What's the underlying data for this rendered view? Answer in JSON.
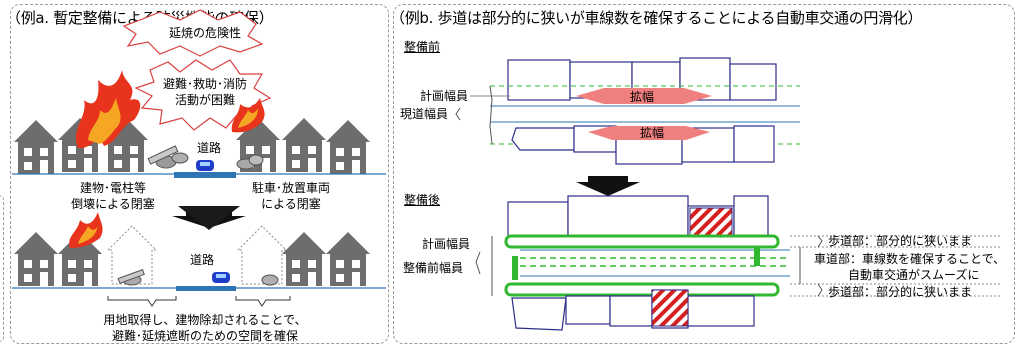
{
  "panel_a": {
    "title": "（例a. 暫定整備による防災機能の確保）",
    "danger": "延焼の危険性",
    "difficulty_line1": "避難･救助･消防",
    "difficulty_line2": "活動が困難",
    "road_top": "道路",
    "collapse_line1": "建物･電柱等",
    "collapse_line2": "倒壊による閉塞",
    "parking_line1": "駐車･放置車両",
    "parking_line2": "による閉塞",
    "road_bottom": "道路",
    "caption_line1": "用地取得し、建物除却されることで、",
    "caption_line2": "避難･延焼遮断のための空間を確保"
  },
  "panel_b": {
    "title": "（例b. 歩道は部分的に狭いが車線数を確保することによる自動車交通の円滑化）",
    "before_label": "整備前",
    "planned_width_top": "計画幅員",
    "current_width": "現道幅員",
    "widen_1": "拡幅",
    "widen_2": "拡幅",
    "after_label": "整備後",
    "planned_width_bottom": "計画幅員",
    "pre_width": "整備前幅員",
    "sidewalk_top": "歩道部：部分的に狭いまま",
    "roadway_line1": "車道部：車線数を確保することで、",
    "roadway_line2": "自動車交通がスムーズに",
    "sidewalk_bottom": "歩道部：部分的に狭いまま"
  },
  "colors": {
    "road_blue": "#2e75b6",
    "house_gray": "#6d6d6d",
    "fire_red": "#e8341c",
    "fire_orange": "#f5a623",
    "guide_green": "#2fb82f",
    "block_blue": "#2e2e8a",
    "widen_red": "#f08080"
  }
}
